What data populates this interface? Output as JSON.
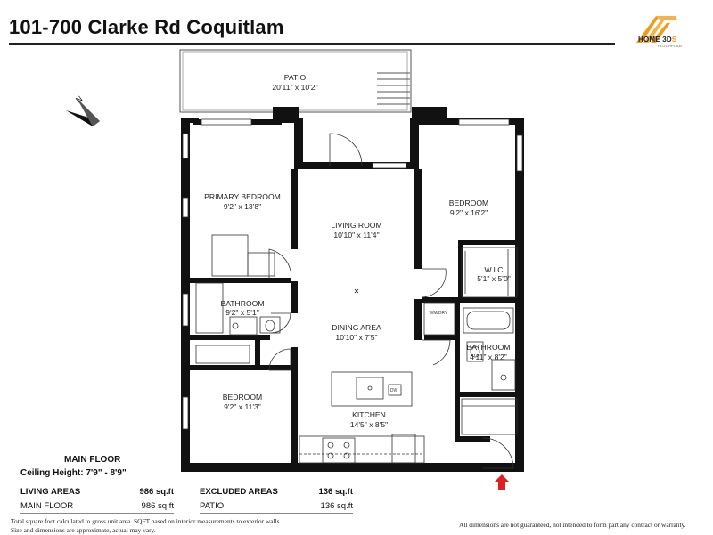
{
  "header": {
    "title": "101-700 Clarke Rd Coquitlam"
  },
  "logo": {
    "brand_main": "HOME 3D",
    "brand_accent": "S",
    "brand_sub": "FLOORPLAN",
    "accent_color": "#f29a1a"
  },
  "compass": {
    "label": "N"
  },
  "rooms": {
    "patio": {
      "name": "PATIO",
      "dims": "20'11\" x 10'2\""
    },
    "primary_bedroom": {
      "name": "PRIMARY BEDROOM",
      "dims": "9'2\" x 13'8\""
    },
    "living_room": {
      "name": "LIVING ROOM",
      "dims": "10'10\" x 11'4\""
    },
    "bedroom_right": {
      "name": "BEDROOM",
      "dims": "9'2\" x 16'2\""
    },
    "wic": {
      "name": "W.I.C",
      "dims": "5'1\" x 5'0\""
    },
    "bathroom_left": {
      "name": "BATHROOM",
      "dims": "9'2\" x 5'1\""
    },
    "dining_area": {
      "name": "DINING AREA",
      "dims": "10'10\" x 7'5\""
    },
    "bathroom_right": {
      "name": "BATHROOM",
      "dims": "4'11\" x 8'2\""
    },
    "bedroom_left": {
      "name": "BEDROOM",
      "dims": "9'2\" x 11'3\""
    },
    "kitchen": {
      "name": "KITCHEN",
      "dims": "14'5\" x 8'5\""
    }
  },
  "fixtures": {
    "washer_dryer": "WM/DRY",
    "dishwasher": "DW"
  },
  "floor_info": {
    "floor_name": "MAIN FLOOR",
    "ceiling": "Ceiling Height: 7'9\" - 8'9\""
  },
  "areas": {
    "living": {
      "header_label": "LIVING AREAS",
      "header_value": "986 sq.ft",
      "rows": [
        {
          "label": "MAIN FLOOR",
          "value": "986 sq.ft"
        }
      ]
    },
    "excluded": {
      "header_label": "EXCLUDED AREAS",
      "header_value": "136 sq.ft",
      "rows": [
        {
          "label": "PATIO",
          "value": "136 sq.ft"
        }
      ]
    }
  },
  "notes": {
    "line1": "Total square foot calculated to gross unit area. SQFT based on interior measurements to exterior walls.",
    "line2": "Size and dimensions are approximate, actual may vary.",
    "disclaimer": "All dimensions are not guaranteed, not intended to form part any contract or warranty."
  },
  "colors": {
    "wall": "#111111",
    "entry_arrow": "#e02020"
  }
}
